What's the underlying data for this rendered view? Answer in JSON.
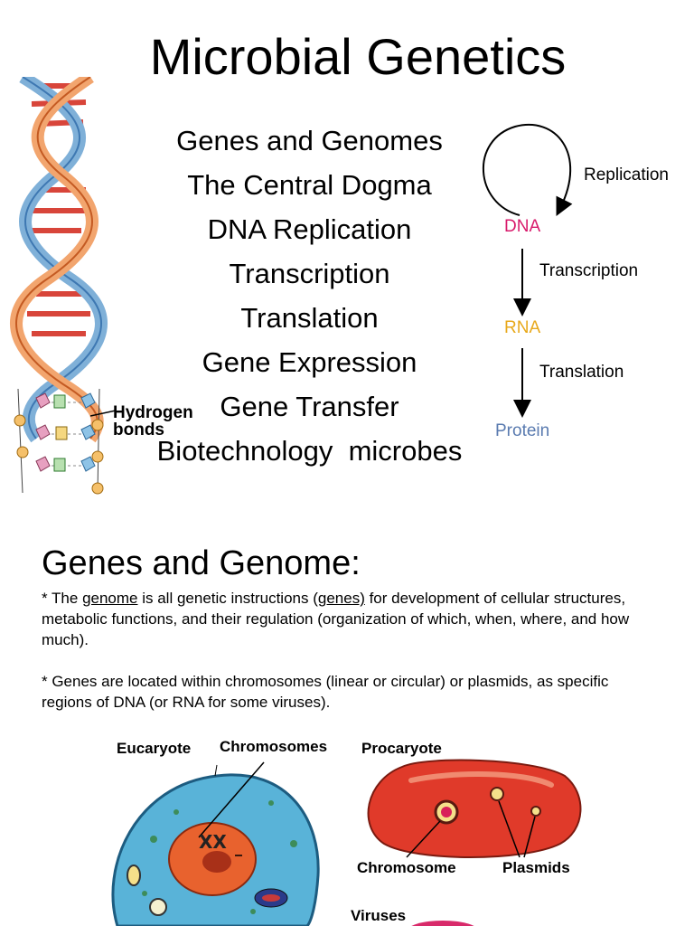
{
  "slide1": {
    "title": "Microbial Genetics",
    "topics": [
      "Genes and Genomes",
      "The Central Dogma",
      "DNA Replication",
      "Transcription",
      "Translation",
      "Gene Expression",
      "Gene Transfer",
      "Biotechnology  microbes"
    ],
    "helix_label_1": "Hydrogen",
    "helix_label_2": "bonds",
    "dogma": {
      "replication": "Replication",
      "dna": "DNA",
      "transcription": "Transcription",
      "rna": "RNA",
      "translation": "Translation",
      "protein": "Protein"
    },
    "colors": {
      "dna": "#d81b6c",
      "rna": "#e8a91c",
      "protein": "#5a7bb0"
    }
  },
  "slide2": {
    "heading": "Genes and Genome:",
    "p1_a": "* The ",
    "p1_genome": "genome",
    "p1_b": " is all genetic instructions (",
    "p1_genes": "genes)",
    "p1_c": " for development of cellular structures, metabolic functions, and their regulation (organization of which, when, where, and how much).",
    "p2": "* Genes are located within chromosomes (linear or circular) or plasmids, as specific regions of DNA (or RNA for some viruses).",
    "figure": {
      "eucaryote": "Eucaryote",
      "chromosomes": "Chromosomes",
      "procaryote": "Procaryote",
      "chromosome": "Chromosome",
      "plasmids": "Plasmids",
      "viruses": "Viruses",
      "xx": "XX"
    }
  }
}
